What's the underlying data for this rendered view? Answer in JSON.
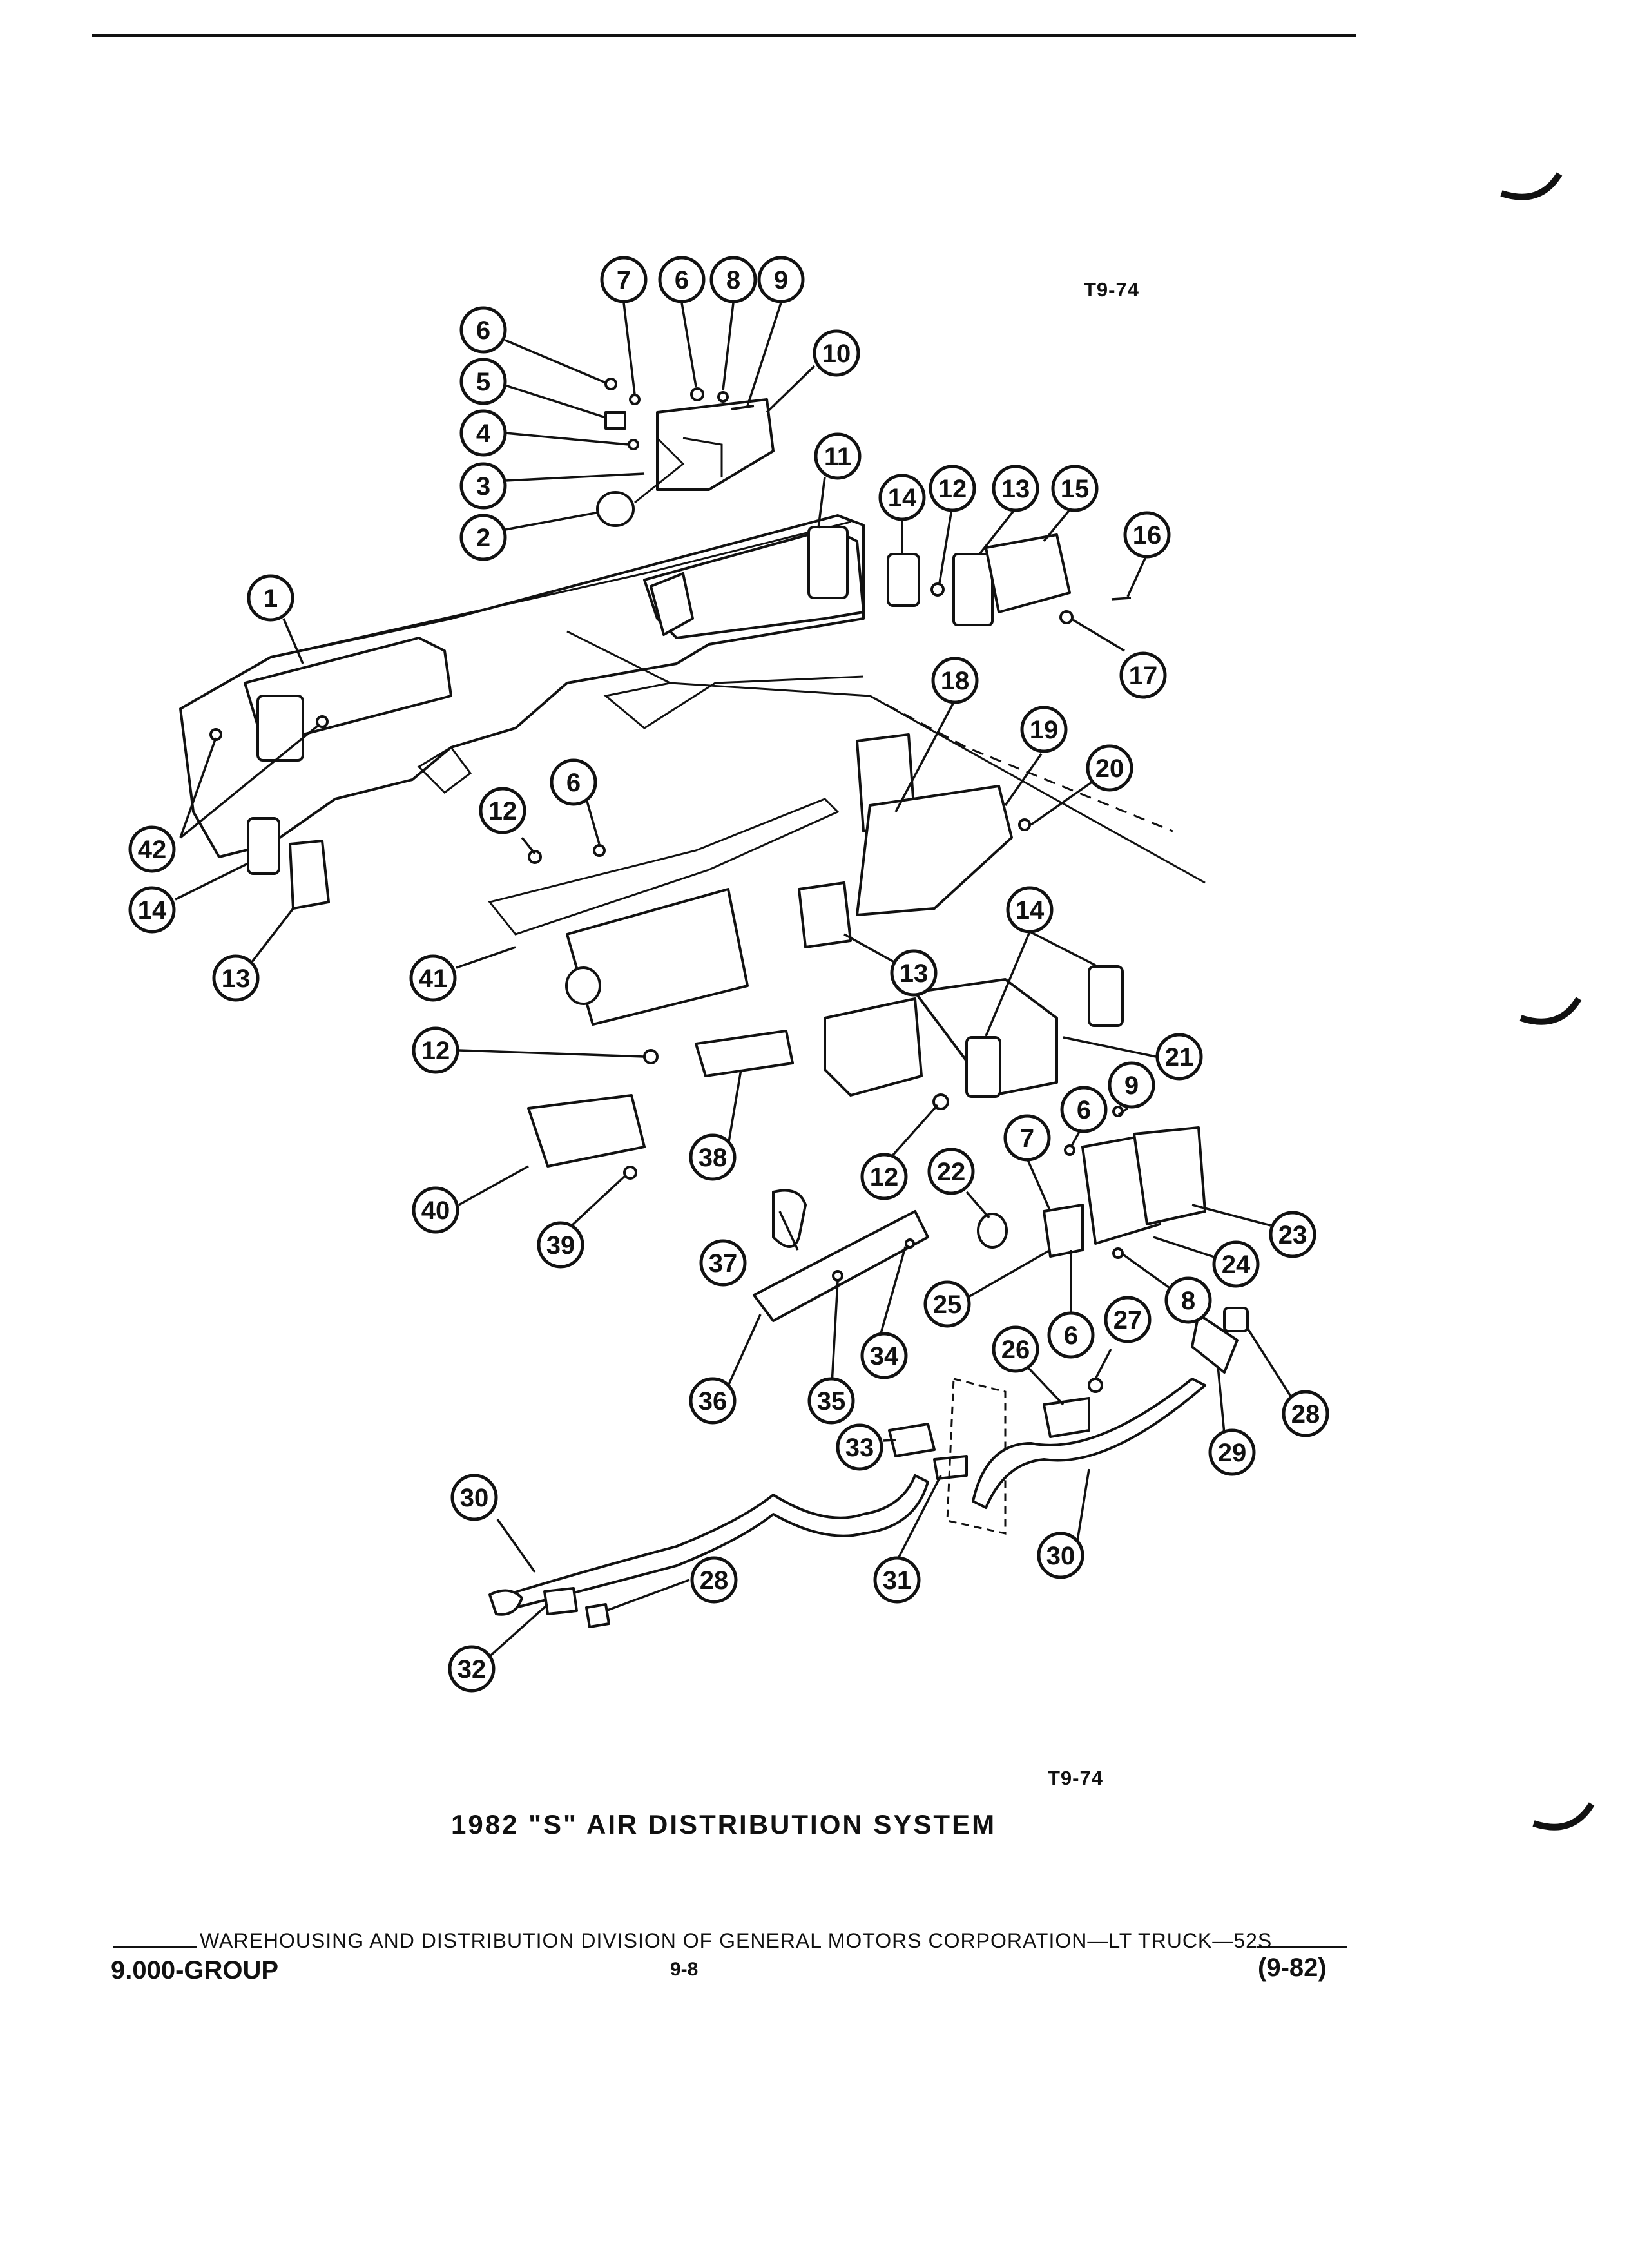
{
  "header": {
    "ref_top": "T9-74",
    "ref_bottom": "T9-74"
  },
  "title": "1982 \"S\" AIR DISTRIBUTION SYSTEM",
  "footer": {
    "line": "WAREHOUSING AND DISTRIBUTION  DIVISION OF GENERAL MOTORS CORPORATION—LT TRUCK—52S",
    "group": "9.000-GROUP",
    "page": "9-8",
    "date": "(9-82)"
  },
  "callouts": [
    "7",
    "6",
    "8",
    "9",
    "6",
    "10",
    "5",
    "4",
    "3",
    "11",
    "2",
    "14",
    "12",
    "13",
    "15",
    "16",
    "17",
    "1",
    "18",
    "19",
    "20",
    "6",
    "12",
    "42",
    "14",
    "13",
    "41",
    "13",
    "14",
    "12",
    "38",
    "21",
    "9",
    "40",
    "6",
    "39",
    "12",
    "22",
    "7",
    "23",
    "24",
    "37",
    "25",
    "6",
    "8",
    "27",
    "34",
    "36",
    "35",
    "26",
    "28",
    "29",
    "33",
    "30",
    "31",
    "30",
    "28",
    "32"
  ]
}
